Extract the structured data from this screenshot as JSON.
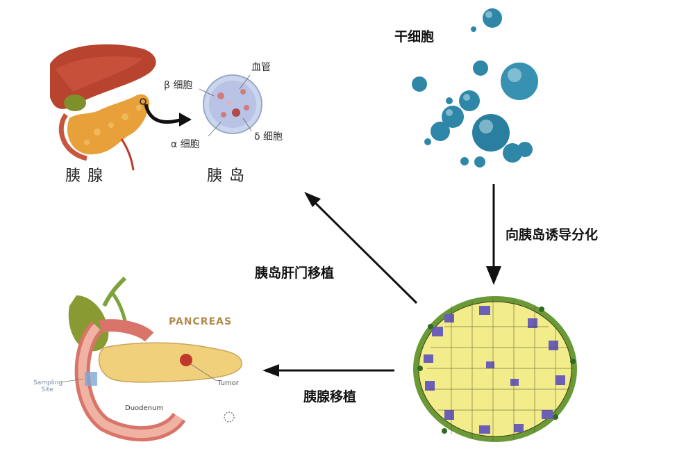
{
  "pancreas_panel": {
    "label": "胰腺",
    "islet_label": "胰岛",
    "beta_cell": "β 细胞",
    "alpha_cell": "α 细胞",
    "delta_cell": "δ 细胞",
    "blood_vessel": "血管"
  },
  "stem_cell_panel": {
    "label": "干细胞"
  },
  "steps": {
    "induce": "向胰岛诱导分化",
    "islet_transplant": "胰岛肝门移植",
    "pancreas_transplant": "胰腺移植"
  },
  "anatomy_panel": {
    "title": "PANCREAS",
    "sampling": "Sampling",
    "site": "Site",
    "duodenum": "Duodenum",
    "tumor": "Tumor"
  },
  "colors": {
    "arrow": "#111111",
    "stem_cell": "#2f87a8",
    "islet_yellow": "#f3ec8a",
    "islet_green": "#6a9a36",
    "islet_purple": "#6b5fb8",
    "liver": "#b8432e",
    "pancreas_orange": "#e8a03a"
  }
}
